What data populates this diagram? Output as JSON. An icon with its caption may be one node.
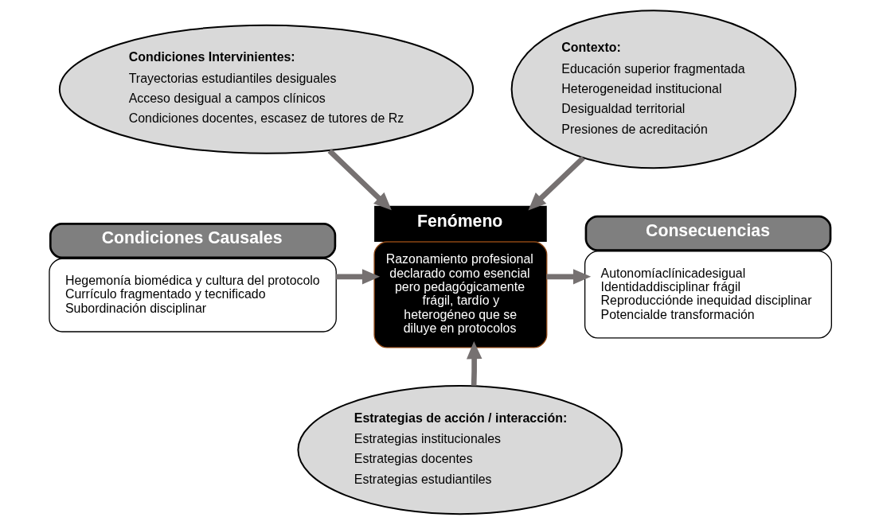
{
  "diagram": {
    "nodes": [
      {
        "text": [
          "Condiciones Intervinientes:",
          "Trayectorias estudiantiles desiguales",
          "Acceso desigual a campos clínicos",
          "Condiciones docentes, escasez de tutores de Rz"
        ]
      },
      {
        "text": [
          "Contexto:",
          "Educación superior fragmentada",
          "Heterogeneidad institucional",
          "Desigualdad territorial",
          "Presiones de acreditación"
        ]
      },
      {
        "text": [
          "Condiciones Causales",
          "Hegemonía biomédica y cultura del protocolo",
          "Currículo fragmentado y tecnificado",
          "Subordinación disciplinar"
        ]
      },
      {
        "text": [
          "Fenómeno",
          "Razonamiento profesional declarado como esencial pero pedagógicamente frágil, tardío y heterogéneo que se diluye en protocolos"
        ]
      },
      {
        "text": [
          "Consecuencias",
          "Autonomíaclínicadesigual",
          "Identidaddisciplinar frágil",
          "Reproducciónde inequidad disciplinar",
          "Potencialde transformación"
        ]
      },
      {
        "text": [
          "Estrategias de acción / interacción:",
          "Estrategias institucionales",
          "Estrategias docentes",
          "Estrategias estudiantiles"
        ]
      }
    ],
    "edges": [
      {
        "from": 0,
        "to": 3,
        "arrow": "to"
      },
      {
        "from": 1,
        "to": 3,
        "arrow": "to"
      },
      {
        "from": 2,
        "to": 3,
        "arrow": "to"
      },
      {
        "from": 3,
        "to": 4,
        "arrow": "to"
      },
      {
        "from": 5,
        "to": 3,
        "arrow": "to"
      }
    ]
  }
}
